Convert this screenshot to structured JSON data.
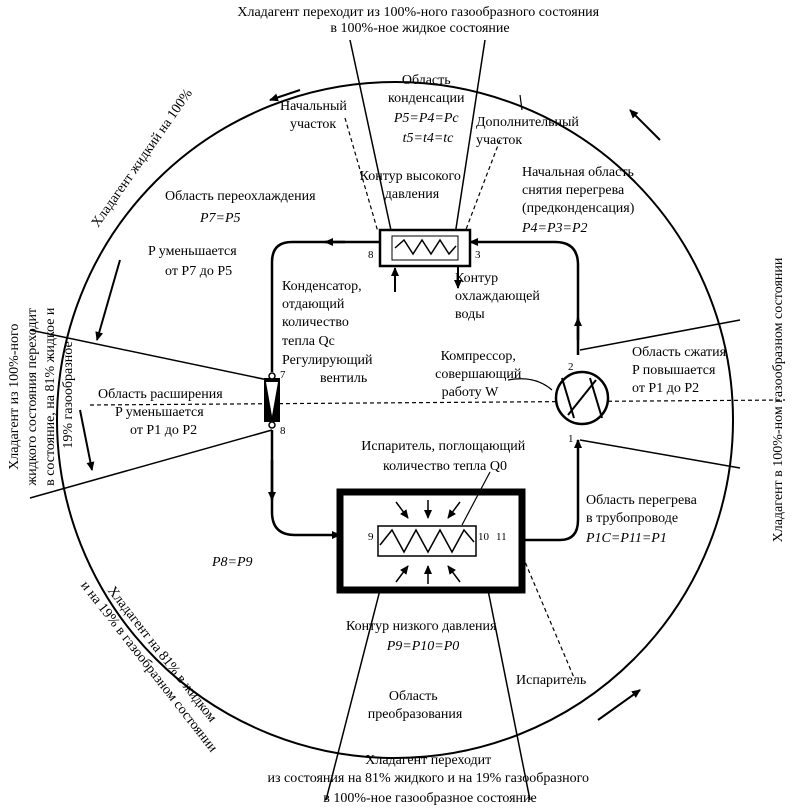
{
  "colors": {
    "ink": "#000000",
    "paper": "#ffffff"
  },
  "labels": {
    "top_title": [
      "Хладагент переходит из 100%-ного газообразного состояния",
      "в 100%-ное жидкое состояние"
    ],
    "condensation": [
      "Область",
      "конденсации",
      "P5=P4=Pc",
      "t5=t4=tc"
    ],
    "initial_section": [
      "Начальный",
      "участок"
    ],
    "additional_section": [
      "Дополнительный",
      "участок"
    ],
    "high_pressure": [
      "Контур высокого",
      "давления"
    ],
    "desuperheat": [
      "Начальная область",
      "снятия перегрева",
      "(предконденсация)",
      "P4=P3=P2"
    ],
    "subcooling": [
      "Область переохлаждения",
      "P7=P5"
    ],
    "p_decrease_top": [
      "P уменьшается",
      "от P7 до P5"
    ],
    "condenser": [
      "Конденсатор,",
      "отдающий",
      "количество",
      "тепла Qc"
    ],
    "cooling_water": [
      "Контур",
      "охлаждающей",
      "воды"
    ],
    "valve": [
      "Регулирующий",
      "вентиль"
    ],
    "compressor": [
      "Компрессор,",
      "совершающий",
      "работу W"
    ],
    "compression": [
      "Область сжатия",
      "P повышается",
      "от P1 до P2"
    ],
    "expansion": [
      "Область расширения",
      "P уменьшается",
      "от P1 до P2"
    ],
    "evaporator_heat": [
      "Испаритель, поглощающий",
      "количество тепла Q0"
    ],
    "superheat": [
      "Область перегрева",
      "в трубопроводе",
      "P1C=P11=P1"
    ],
    "p8p9": "P8=P9",
    "low_pressure": [
      "Контур низкого давления",
      "P9=P10=P0"
    ],
    "evaporator": "Испаритель",
    "transformation": [
      "Область",
      "преобразования"
    ],
    "bottom_title": [
      "Хладагент переходит",
      "из состояния на 81% жидкого и на 19% газообразного",
      "в 100%-ное газообразное состояние"
    ],
    "left_arc": "Хладагент жидкий на 100%",
    "left_side": [
      "Хладагент из 100%-ного",
      "жидкого состояния переходит",
      "в состояние, на 81% жидкое и",
      "19% газообразное"
    ],
    "bottom_left_arc": [
      "Хладагент на 81% в жидком",
      "и на 19% в газообразном состоянии"
    ],
    "right_side": "Хладагент в 100%-ном газообразном состоянии",
    "points": [
      "1",
      "2",
      "3",
      "8",
      "7",
      "8",
      "9",
      "10",
      "11"
    ]
  }
}
